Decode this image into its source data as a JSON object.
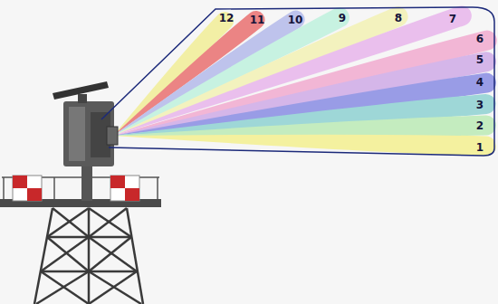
{
  "diagram": {
    "labels": [
      "12",
      "11",
      "10",
      "9",
      "8",
      "7",
      "6",
      "5",
      "4",
      "3",
      "2",
      "1"
    ]
  }
}
